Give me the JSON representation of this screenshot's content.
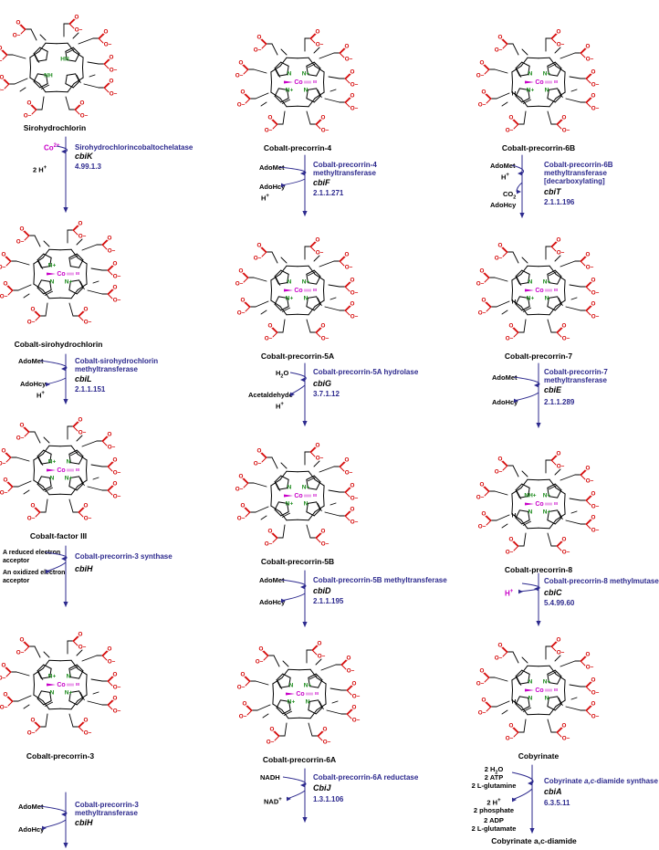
{
  "compounds": {
    "sirohydrochlorin": "Sirohydrochlorin",
    "cobalt_sirohydrochlorin": "Cobalt-sirohydrochlorin",
    "cobalt_factor_iii": "Cobalt-factor III",
    "cobalt_precorrin_3": "Cobalt-precorrin-3",
    "cobalt_precorrin_4": "Cobalt-precorrin-4",
    "cobalt_precorrin_5a": "Cobalt-precorrin-5A",
    "cobalt_precorrin_5b": "Cobalt-precorrin-5B",
    "cobalt_precorrin_6a": "Cobalt-precorrin-6A",
    "cobalt_precorrin_6b": "Cobalt-precorrin-6B",
    "cobalt_precorrin_7": "Cobalt-precorrin-7",
    "cobalt_precorrin_8": "Cobalt-precorrin-8",
    "cobyrinate": "Cobyrinate",
    "cobyrinate_diamide": "Cobyrinate a,c-diamide"
  },
  "reactions": [
    {
      "enzyme_lines": [
        "Sirohydrochlorincobaltochelatase"
      ],
      "gene": "cbiK",
      "ec": "4.99.1.3",
      "in": "Co2+",
      "out": "2 H+"
    },
    {
      "enzyme_lines": [
        "Cobalt-sirohydrochlorin",
        "methyltransferase"
      ],
      "gene": "cbiL",
      "ec": "2.1.1.151",
      "in": "AdoMet",
      "out": "AdoHcy",
      "out2": "H+"
    },
    {
      "enzyme_lines": [
        "Cobalt-precorrin-3 synthase"
      ],
      "gene": "cbiH",
      "ec": "",
      "in_lines": [
        "A reduced electron",
        "acceptor"
      ],
      "out_lines": [
        "An oxidized electron",
        "acceptor"
      ]
    },
    {
      "enzyme_lines": [
        "Cobalt-precorrin-3",
        "methyltransferase"
      ],
      "gene": "cbiH",
      "ec": "",
      "in": "AdoMet",
      "out": "AdoHcy"
    },
    {
      "enzyme_lines": [
        "Cobalt-precorrin-4",
        "methyltransferase"
      ],
      "gene": "cbiF",
      "ec": "2.1.1.271",
      "in": "AdoMet",
      "out": "AdoHcy",
      "out2": "H+"
    },
    {
      "enzyme_lines": [
        "Cobalt-precorrin-5A hydrolase"
      ],
      "gene": "cbiG",
      "ec": "3.7.1.12",
      "in": "H2O",
      "out": "Acetaldehyde",
      "out2": "H+"
    },
    {
      "enzyme_lines": [
        "Cobalt-precorrin-5B methyltransferase"
      ],
      "gene": "cbiD",
      "ec": "2.1.1.195",
      "in": "AdoMet",
      "out": "AdoHcy"
    },
    {
      "enzyme_lines": [
        "Cobalt-precorrin-6A reductase"
      ],
      "gene": "CbiJ",
      "ec": "1.3.1.106",
      "in": "NADH",
      "out": "NAD+"
    },
    {
      "enzyme_lines": [
        "Cobalt-precorrin-6B",
        "methyltransferase",
        "[decarboxylating]"
      ],
      "gene": "cbiT",
      "ec": "2.1.1.196",
      "in": "AdoMet",
      "in2": "H+",
      "out": "CO2",
      "out2": "AdoHcy"
    },
    {
      "enzyme_lines": [
        "Cobalt-precorrin-7",
        "methyltransferase"
      ],
      "gene": "cbiE",
      "ec": "2.1.1.289",
      "in": "AdoMet",
      "out": "AdoHcy"
    },
    {
      "enzyme_lines": [
        "Cobalt-precorrin-8 methylmutase"
      ],
      "gene": "cbiC",
      "ec": "5.4.99.60",
      "in": "H+"
    },
    {
      "enzyme_lines": [
        "Cobyrinate a,c-diamide synthase"
      ],
      "gene": "cbiA",
      "ec": "6.3.5.11",
      "in_lines": [
        "2 H2O",
        "2 ATP",
        "2 L-glutamine"
      ],
      "out_lines": [
        "2 H+",
        "2 phosphate",
        "2 ADP",
        "2 L-glutamate"
      ]
    }
  ],
  "atoms": {
    "co": "Co",
    "n": "N",
    "nplus": "N+",
    "nh": "NH",
    "hn": "HN",
    "nhplus": "NH+",
    "h": "H",
    "o": "O",
    "ominus": "O−",
    "iii": "III"
  }
}
